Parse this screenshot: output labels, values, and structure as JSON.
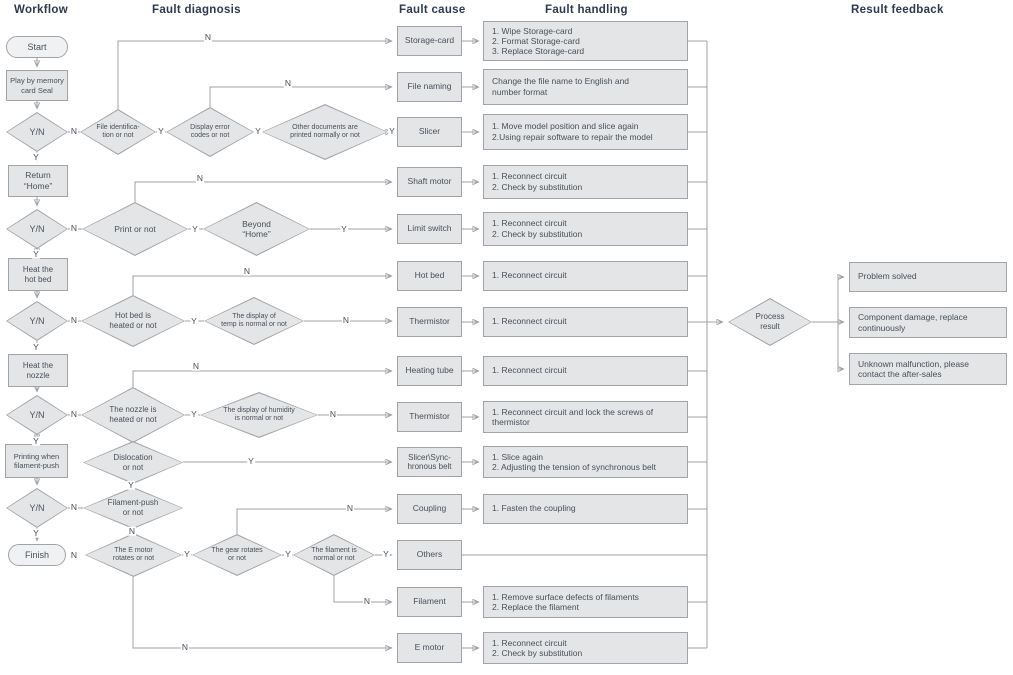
{
  "headers": {
    "workflow": "Workflow",
    "fault_diagnosis": "Fault diagnosis",
    "fault_cause": "Fault cause",
    "fault_handling": "Fault handling",
    "result_feedback": "Result feedback"
  },
  "workflow": {
    "start": "Start",
    "play": "Play by memory\ncard Seal",
    "yn": "Y/N",
    "return_home": "Return\n“Home”",
    "heat_hot_bed": "Heat the\nhot bed",
    "heat_nozzle": "Heat the\nnozzle",
    "printing_when": "Printing when\nfilament-push",
    "finish": "Finish"
  },
  "diagnosis": {
    "file_identification": "File identifica-\ntion or not",
    "display_error": "Display error\ncodes or not",
    "other_documents": "Other documents are\nprinted normally or not",
    "print_or_not": "Print or not",
    "beyond_home": "Beyond\n“Home”",
    "hot_bed_heated": "Hot bed is\nheated or not",
    "temp_normal": "The display of\ntemp is normal or not",
    "nozzle_heated": "The nozzle is\nheated or not",
    "humidity_normal": "The display of humidity\nis normal or not",
    "dislocation": "Dislocation\nor not",
    "filament_push": "Filament-push\nor not",
    "e_motor_rotates": "The E motor\nrotates or not",
    "gear_rotates": "The gear rotates\nor not",
    "filament_normal": "The filament is\nnormal or not",
    "process_result": "Process\nresult"
  },
  "causes": [
    "Storage-card",
    "File naming",
    "Slicer",
    "Shaft motor",
    "Limit switch",
    "Hot bed",
    "Thermistor",
    "Heating tube",
    "Thermistor",
    "Slicer\\Sync-\nhronous belt",
    "Coupling",
    "Others",
    "Filament",
    "E motor"
  ],
  "handlings": [
    "1. Wipe Storage-card\n2. Format Storage-card\n3. Replace Storage-card",
    "Change the file name to English and\nnumber format",
    "1. Move model position and slice again\n2.Using repair software to repair the model",
    "1. Reconnect circuit\n2. Check by substitution",
    "1. Reconnect circuit\n2. Check by substitution",
    "1. Reconnect circuit",
    "1. Reconnect circuit",
    "1. Reconnect circuit",
    "1. Reconnect circuit and lock the screws of\nthermistor",
    "1. Slice again\n2. Adjusting the tension of synchronous belt",
    "1. Fasten the coupling",
    "1. Remove surface defects of filaments\n2. Replace the filament",
    "1. Reconnect circuit\n2. Check by substitution"
  ],
  "results": [
    "Problem solved",
    "Component damage, replace\ncontinuously",
    "Unknown malfunction, please\ncontact the after-sales"
  ],
  "letters": {
    "Y": "Y",
    "N": "N"
  },
  "colors": {
    "box-fill": "#e4e5e7",
    "box-border": "#a0a3a7",
    "stadium-fill": "#f0f1f2",
    "line": "#9da0a4",
    "arrow": "#8e9195",
    "text": "#47505a",
    "header": "#2c3950"
  }
}
